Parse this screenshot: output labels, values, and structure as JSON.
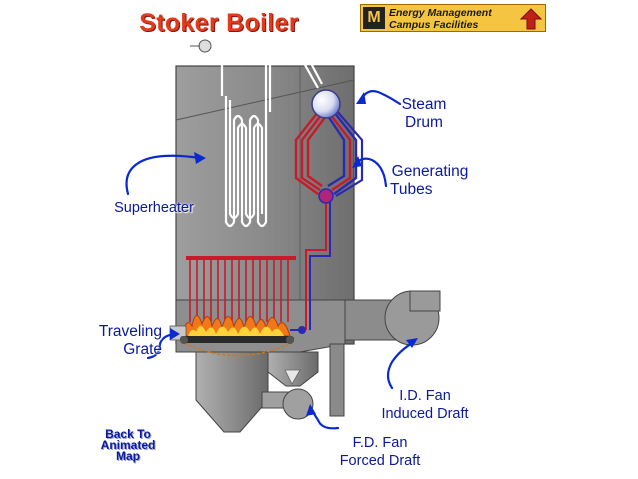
{
  "title": "Stoker Boiler",
  "logo": {
    "line1": "Energy Management",
    "line2": "Campus Facilities"
  },
  "labels": {
    "steam_drum": [
      "Steam",
      "Drum"
    ],
    "generating_tubes": [
      "Generating",
      "Tubes"
    ],
    "superheater": "Superheater",
    "traveling_grate": [
      "Traveling",
      "Grate"
    ],
    "id_fan": [
      "I.D. Fan",
      "Induced Draft"
    ],
    "fd_fan": [
      "F.D. Fan",
      "Forced Draft"
    ]
  },
  "back_link": [
    "Back To",
    "Animated",
    "Map"
  ],
  "colors": {
    "title": "#e23a1a",
    "label_text": "#0a1a9a",
    "arrow": "#0a2ad0",
    "boiler_body": "#8c8c8c",
    "riser_tubes": "#c81a2a",
    "downcomer_tubes": "#2a2ab0",
    "logo_bg": "#f5c542"
  }
}
